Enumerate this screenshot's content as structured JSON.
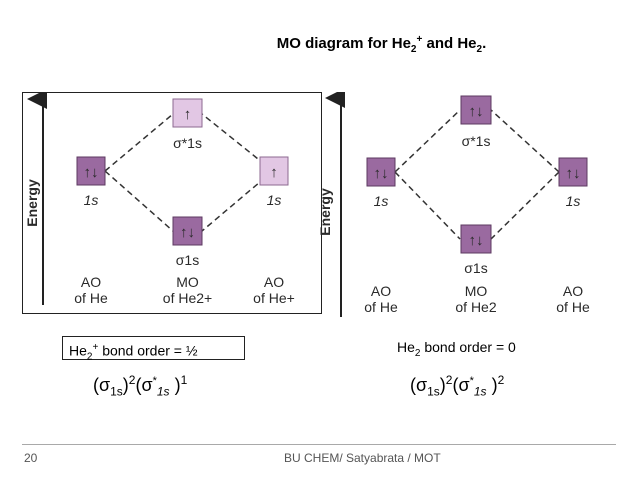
{
  "slide": {
    "title_main": "MO diagram for He",
    "title_sub1": "2",
    "title_sup1": "+",
    "title_and": " and He",
    "title_sub2": "2",
    "title_end": "."
  },
  "left_diagram": {
    "axis_label": "Energy",
    "ao_left_label": "1s",
    "ao_right_label": "1s",
    "mo_top_label": "σ*1s",
    "mo_bottom_label": "σ1s",
    "ao_left_electrons": "↑↓",
    "ao_right_electrons": "↑",
    "mo_top_electrons": "↑",
    "mo_bottom_electrons": "↑↓",
    "col_left": [
      "AO",
      "of He"
    ],
    "col_mid": [
      "MO",
      "of He2+"
    ],
    "col_right": [
      "AO",
      "of He+"
    ]
  },
  "right_diagram": {
    "axis_label": "Energy",
    "ao_left_label": "1s",
    "ao_right_label": "1s",
    "mo_top_label": "σ*1s",
    "mo_bottom_label": "σ1s",
    "ao_left_electrons": "↑↓",
    "ao_right_electrons": "↑↓",
    "mo_top_electrons": "↑↓",
    "mo_bottom_electrons": "↑↓",
    "col_left": [
      "AO",
      "of He"
    ],
    "col_mid": [
      "MO",
      "of He2"
    ],
    "col_right": [
      "AO",
      "of He"
    ]
  },
  "bond_order_left": {
    "species": "He",
    "sub": "2",
    "sup": "+",
    "text": " bond order = ½"
  },
  "bond_order_right": {
    "species": "He",
    "sub": "2",
    "text": " bond order = 0"
  },
  "config_left": {
    "sigma": "(σ",
    "sub1": "1s",
    "close1": ")",
    "exp1": "2",
    "open2": "(σ",
    "star": "*",
    "sub2": "1s",
    "close2": " )",
    "exp2": "1"
  },
  "config_right": {
    "sigma": "(σ",
    "sub1": "1s",
    "close1": ")",
    "exp1": "2",
    "open2": "(σ",
    "star": "*",
    "sub2": "1s",
    "close2": " )",
    "exp2": "2"
  },
  "footer": {
    "page_number": "20",
    "text": "BU CHEM/ Satyabrata / MOT"
  },
  "colors": {
    "box_dark": "#9a6aa0",
    "box_light": "#e2c7e4",
    "arrow": "#222222"
  }
}
